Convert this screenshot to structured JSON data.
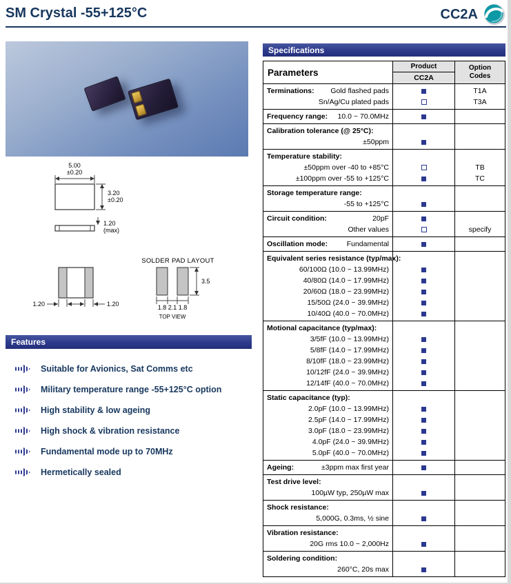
{
  "page": {
    "title": "SM Crystal -55+125°C",
    "product_code": "CC2A"
  },
  "features": {
    "heading": "Features",
    "items": [
      "Suitable for Avionics, Sat Comms etc",
      "Military temperature range -55+125°C option",
      "High stability & low ageing",
      "High shock & vibration resistance",
      "Fundamental mode up to 70MHz",
      "Hermetically sealed"
    ]
  },
  "drawing": {
    "solder_pad_heading": "SOLDER PAD LAYOUT",
    "top_view_label": "TOP VIEW",
    "dims": {
      "width": "5.00",
      "width_tol": "±0.20",
      "height": "3.20",
      "height_tol": "±0.20",
      "thickness": "1.20",
      "thickness_max": "(max)",
      "pad_left": "1.20",
      "pad_right": "1.20",
      "pad_height": "3.5",
      "pad_w1": "1.8",
      "pad_gap": "2.1",
      "pad_w2": "1.8"
    }
  },
  "specifications": {
    "heading": "Specifications",
    "header": {
      "parameters": "Parameters",
      "product": "Product",
      "product_code": "CC2A",
      "option_line1": "Option",
      "option_line2": "Codes"
    },
    "rows": [
      {
        "lines": [
          {
            "label": "Terminations:",
            "value": "Gold flashed pads",
            "marker": "filled",
            "option": "T1A"
          },
          {
            "label": "",
            "value": "Sn/Ag/Cu plated pads",
            "marker": "outline",
            "option": "T3A"
          }
        ]
      },
      {
        "lines": [
          {
            "label": "Frequency range:",
            "value": "10.0 ~ 70.0MHz",
            "marker": "filled",
            "option": ""
          }
        ]
      },
      {
        "lines": [
          {
            "label": "Calibration tolerance (@ 25°C):",
            "value": "",
            "marker": "",
            "option": ""
          },
          {
            "label": "",
            "value": "±50ppm",
            "marker": "filled",
            "option": ""
          }
        ]
      },
      {
        "lines": [
          {
            "label": "Temperature stability:",
            "value": "",
            "marker": "",
            "option": ""
          },
          {
            "label": "",
            "value": "±50ppm over -40 to +85°C",
            "marker": "outline",
            "option": "TB"
          },
          {
            "label": "",
            "value": "±100ppm over -55 to +125°C",
            "marker": "filled",
            "option": "TC"
          }
        ]
      },
      {
        "lines": [
          {
            "label": "Storage temperature range:",
            "value": "",
            "marker": "",
            "option": ""
          },
          {
            "label": "",
            "value": "-55 to +125°C",
            "marker": "filled",
            "option": ""
          }
        ]
      },
      {
        "lines": [
          {
            "label": "Circuit condition:",
            "value": "20pF",
            "marker": "filled",
            "option": ""
          },
          {
            "label": "",
            "value": "Other values",
            "marker": "outline",
            "option": "specify"
          }
        ]
      },
      {
        "lines": [
          {
            "label": "Oscillation mode:",
            "value": "Fundamental",
            "marker": "filled",
            "option": ""
          }
        ]
      },
      {
        "lines": [
          {
            "label": "Equivalent series resistance (typ/max):",
            "value": "",
            "marker": "",
            "option": ""
          },
          {
            "label": "",
            "value": "60/100Ω (10.0 ~ 13.99MHz)",
            "marker": "filled",
            "option": ""
          },
          {
            "label": "",
            "value": "40/80Ω (14.0 ~ 17.99MHz)",
            "marker": "filled",
            "option": ""
          },
          {
            "label": "",
            "value": "20/60Ω (18.0 ~ 23.99MHz)",
            "marker": "filled",
            "option": ""
          },
          {
            "label": "",
            "value": "15/50Ω (24.0 ~ 39.9MHz)",
            "marker": "filled",
            "option": ""
          },
          {
            "label": "",
            "value": "10/40Ω (40.0 ~ 70.0MHz)",
            "marker": "filled",
            "option": ""
          }
        ]
      },
      {
        "lines": [
          {
            "label": "Motional capacitance (typ/max):",
            "value": "",
            "marker": "",
            "option": ""
          },
          {
            "label": "",
            "value": "3/5fF (10.0 ~ 13.99MHz)",
            "marker": "filled",
            "option": ""
          },
          {
            "label": "",
            "value": "5/8fF (14.0 ~ 17.99MHz)",
            "marker": "filled",
            "option": ""
          },
          {
            "label": "",
            "value": "8/10fF (18.0 ~ 23.99MHz)",
            "marker": "filled",
            "option": ""
          },
          {
            "label": "",
            "value": "10/12fF (24.0 ~ 39.9MHz)",
            "marker": "filled",
            "option": ""
          },
          {
            "label": "",
            "value": "12/14fF (40.0 ~ 70.0MHz)",
            "marker": "filled",
            "option": ""
          }
        ]
      },
      {
        "lines": [
          {
            "label": "Static capacitance (typ):",
            "value": "",
            "marker": "",
            "option": ""
          },
          {
            "label": "",
            "value": "2.0pF (10.0 ~ 13.99MHz)",
            "marker": "filled",
            "option": ""
          },
          {
            "label": "",
            "value": "2.5pF (14.0 ~ 17.99MHz)",
            "marker": "filled",
            "option": ""
          },
          {
            "label": "",
            "value": "3.0pF (18.0 ~ 23.99MHz)",
            "marker": "filled",
            "option": ""
          },
          {
            "label": "",
            "value": "4.0pF (24.0 ~ 39.9MHz)",
            "marker": "filled",
            "option": ""
          },
          {
            "label": "",
            "value": "5.0pF (40.0 ~ 70.0MHz)",
            "marker": "filled",
            "option": ""
          }
        ]
      },
      {
        "lines": [
          {
            "label": "Ageing:",
            "value": "±3ppm max first year",
            "marker": "filled",
            "option": ""
          }
        ]
      },
      {
        "lines": [
          {
            "label": "Test drive level:",
            "value": "",
            "marker": "",
            "option": ""
          },
          {
            "label": "",
            "value": "100µW typ, 250µW max",
            "marker": "filled",
            "option": ""
          }
        ]
      },
      {
        "lines": [
          {
            "label": "Shock resistance:",
            "value": "",
            "marker": "",
            "option": ""
          },
          {
            "label": "",
            "value": "5,000G, 0.3ms, ½ sine",
            "marker": "filled",
            "option": ""
          }
        ]
      },
      {
        "lines": [
          {
            "label": "Vibration resistance:",
            "value": "",
            "marker": "",
            "option": ""
          },
          {
            "label": "",
            "value": "20G rms 10.0 ~ 2,000Hz",
            "marker": "filled",
            "option": ""
          }
        ]
      },
      {
        "lines": [
          {
            "label": "Soldering condition:",
            "value": "",
            "marker": "",
            "option": ""
          },
          {
            "label": "",
            "value": "260°C, 20s max",
            "marker": "filled",
            "option": ""
          }
        ]
      }
    ]
  }
}
